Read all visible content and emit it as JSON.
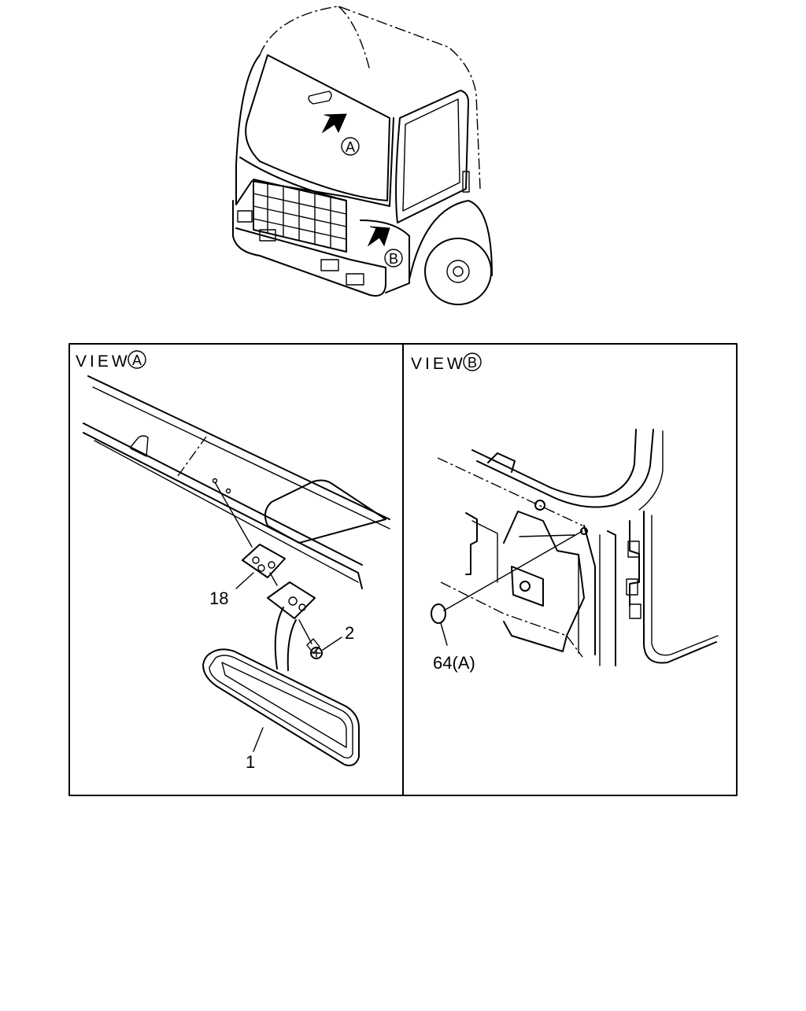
{
  "view_a": {
    "prefix": "VIEW",
    "letter": "A"
  },
  "view_b": {
    "prefix": "VIEW",
    "letter": "B"
  },
  "truck": {
    "marker_a": "A",
    "marker_b": "B"
  },
  "callouts": {
    "mirror": "1",
    "screw": "2",
    "bracket": "18",
    "plug": "64(A)"
  }
}
